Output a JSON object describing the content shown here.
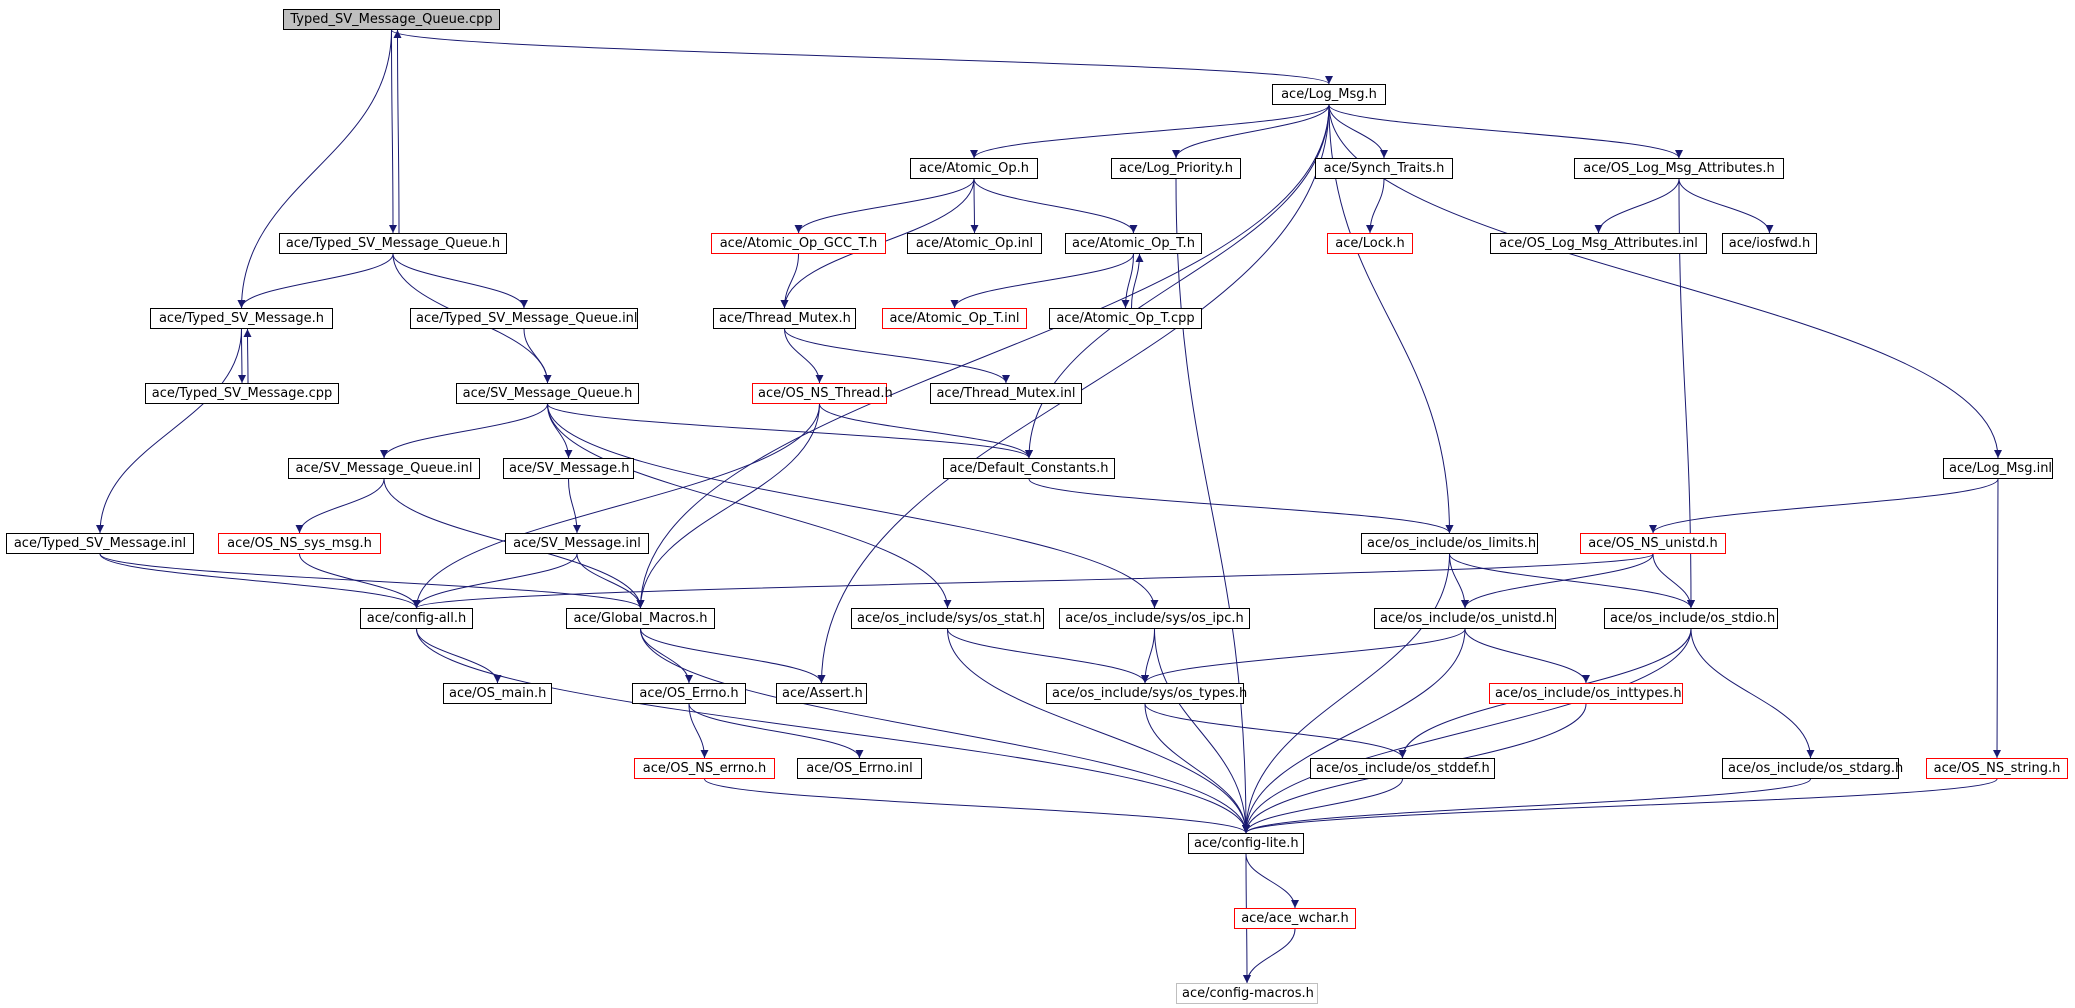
{
  "graph": {
    "edge_color": "#191970",
    "nodes": [
      {
        "id": "root",
        "label": "Typed_SV_Message_Queue.cpp",
        "style": "root"
      },
      {
        "id": "logmsg_h",
        "label": "ace/Log_Msg.h",
        "style": "black"
      },
      {
        "id": "atomic_op_h",
        "label": "ace/Atomic_Op.h",
        "style": "black"
      },
      {
        "id": "log_priority_h",
        "label": "ace/Log_Priority.h",
        "style": "black"
      },
      {
        "id": "synch_traits_h",
        "label": "ace/Synch_Traits.h",
        "style": "black"
      },
      {
        "id": "os_log_msg_attr_h",
        "label": "ace/OS_Log_Msg_Attributes.h",
        "style": "black"
      },
      {
        "id": "typed_sv_mq_h",
        "label": "ace/Typed_SV_Message_Queue.h",
        "style": "black"
      },
      {
        "id": "atomic_op_gcc_t_h",
        "label": "ace/Atomic_Op_GCC_T.h",
        "style": "red"
      },
      {
        "id": "atomic_op_inl",
        "label": "ace/Atomic_Op.inl",
        "style": "black"
      },
      {
        "id": "atomic_op_t_h",
        "label": "ace/Atomic_Op_T.h",
        "style": "black"
      },
      {
        "id": "lock_h",
        "label": "ace/Lock.h",
        "style": "red"
      },
      {
        "id": "os_log_msg_attr_inl",
        "label": "ace/OS_Log_Msg_Attributes.inl",
        "style": "black"
      },
      {
        "id": "iosfwd_h",
        "label": "ace/iosfwd.h",
        "style": "black"
      },
      {
        "id": "typed_sv_msg_h",
        "label": "ace/Typed_SV_Message.h",
        "style": "black"
      },
      {
        "id": "typed_sv_mq_inl",
        "label": "ace/Typed_SV_Message_Queue.inl",
        "style": "black"
      },
      {
        "id": "thread_mutex_h",
        "label": "ace/Thread_Mutex.h",
        "style": "black"
      },
      {
        "id": "atomic_op_t_inl",
        "label": "ace/Atomic_Op_T.inl",
        "style": "red"
      },
      {
        "id": "atomic_op_t_cpp",
        "label": "ace/Atomic_Op_T.cpp",
        "style": "black"
      },
      {
        "id": "typed_sv_msg_cpp",
        "label": "ace/Typed_SV_Message.cpp",
        "style": "black"
      },
      {
        "id": "sv_mq_h",
        "label": "ace/SV_Message_Queue.h",
        "style": "black"
      },
      {
        "id": "os_ns_thread_h",
        "label": "ace/OS_NS_Thread.h",
        "style": "red"
      },
      {
        "id": "thread_mutex_inl",
        "label": "ace/Thread_Mutex.inl",
        "style": "black"
      },
      {
        "id": "sv_mq_inl",
        "label": "ace/SV_Message_Queue.inl",
        "style": "black"
      },
      {
        "id": "sv_msg_h",
        "label": "ace/SV_Message.h",
        "style": "black"
      },
      {
        "id": "default_constants_h",
        "label": "ace/Default_Constants.h",
        "style": "black"
      },
      {
        "id": "log_msg_inl",
        "label": "ace/Log_Msg.inl",
        "style": "black"
      },
      {
        "id": "typed_sv_msg_inl",
        "label": "ace/Typed_SV_Message.inl",
        "style": "black"
      },
      {
        "id": "os_ns_sys_msg_h",
        "label": "ace/OS_NS_sys_msg.h",
        "style": "red"
      },
      {
        "id": "sv_msg_inl",
        "label": "ace/SV_Message.inl",
        "style": "black"
      },
      {
        "id": "os_limits_h",
        "label": "ace/os_include/os_limits.h",
        "style": "black"
      },
      {
        "id": "os_ns_unistd_h",
        "label": "ace/OS_NS_unistd.h",
        "style": "red"
      },
      {
        "id": "config_all_h",
        "label": "ace/config-all.h",
        "style": "black"
      },
      {
        "id": "global_macros_h",
        "label": "ace/Global_Macros.h",
        "style": "black"
      },
      {
        "id": "os_stat_h",
        "label": "ace/os_include/sys/os_stat.h",
        "style": "black"
      },
      {
        "id": "os_ipc_h",
        "label": "ace/os_include/sys/os_ipc.h",
        "style": "black"
      },
      {
        "id": "os_unistd_h",
        "label": "ace/os_include/os_unistd.h",
        "style": "black"
      },
      {
        "id": "os_stdio_h",
        "label": "ace/os_include/os_stdio.h",
        "style": "black"
      },
      {
        "id": "os_main_h",
        "label": "ace/OS_main.h",
        "style": "black"
      },
      {
        "id": "os_errno_h",
        "label": "ace/OS_Errno.h",
        "style": "black"
      },
      {
        "id": "assert_h",
        "label": "ace/Assert.h",
        "style": "black"
      },
      {
        "id": "os_types_h",
        "label": "ace/os_include/sys/os_types.h",
        "style": "black"
      },
      {
        "id": "os_inttypes_h",
        "label": "ace/os_include/os_inttypes.h",
        "style": "red"
      },
      {
        "id": "os_ns_errno_h",
        "label": "ace/OS_NS_errno.h",
        "style": "red"
      },
      {
        "id": "os_errno_inl",
        "label": "ace/OS_Errno.inl",
        "style": "black"
      },
      {
        "id": "os_stddef_h",
        "label": "ace/os_include/os_stddef.h",
        "style": "black"
      },
      {
        "id": "os_stdarg_h",
        "label": "ace/os_include/os_stdarg.h",
        "style": "black"
      },
      {
        "id": "os_ns_string_h",
        "label": "ace/OS_NS_string.h",
        "style": "red"
      },
      {
        "id": "config_lite_h",
        "label": "ace/config-lite.h",
        "style": "black"
      },
      {
        "id": "ace_wchar_h",
        "label": "ace/ace_wchar.h",
        "style": "red"
      },
      {
        "id": "config_macros_h",
        "label": "ace/config-macros.h",
        "style": "gray"
      }
    ],
    "edges": [
      [
        "root",
        "logmsg_h"
      ],
      [
        "root",
        "typed_sv_mq_h"
      ],
      [
        "root",
        "typed_sv_msg_h"
      ],
      [
        "typed_sv_mq_h",
        "root"
      ],
      [
        "logmsg_h",
        "atomic_op_h"
      ],
      [
        "logmsg_h",
        "log_priority_h"
      ],
      [
        "logmsg_h",
        "synch_traits_h"
      ],
      [
        "logmsg_h",
        "os_log_msg_attr_h"
      ],
      [
        "logmsg_h",
        "log_msg_inl"
      ],
      [
        "logmsg_h",
        "os_limits_h"
      ],
      [
        "logmsg_h",
        "default_constants_h"
      ],
      [
        "logmsg_h",
        "global_macros_h"
      ],
      [
        "logmsg_h",
        "assert_h"
      ],
      [
        "atomic_op_h",
        "atomic_op_gcc_t_h"
      ],
      [
        "atomic_op_h",
        "atomic_op_inl"
      ],
      [
        "atomic_op_h",
        "atomic_op_t_h"
      ],
      [
        "atomic_op_h",
        "thread_mutex_h"
      ],
      [
        "atomic_op_gcc_t_h",
        "thread_mutex_h"
      ],
      [
        "atomic_op_t_h",
        "atomic_op_t_inl"
      ],
      [
        "atomic_op_t_h",
        "atomic_op_t_cpp"
      ],
      [
        "atomic_op_t_cpp",
        "atomic_op_t_h"
      ],
      [
        "synch_traits_h",
        "lock_h"
      ],
      [
        "os_log_msg_attr_h",
        "os_log_msg_attr_inl"
      ],
      [
        "os_log_msg_attr_h",
        "iosfwd_h"
      ],
      [
        "os_log_msg_attr_h",
        "os_stdio_h"
      ],
      [
        "log_priority_h",
        "config_lite_h"
      ],
      [
        "typed_sv_mq_h",
        "typed_sv_msg_h"
      ],
      [
        "typed_sv_mq_h",
        "typed_sv_mq_inl"
      ],
      [
        "typed_sv_mq_h",
        "sv_mq_h"
      ],
      [
        "typed_sv_msg_h",
        "typed_sv_msg_cpp"
      ],
      [
        "typed_sv_msg_cpp",
        "typed_sv_msg_h"
      ],
      [
        "typed_sv_msg_h",
        "typed_sv_msg_inl"
      ],
      [
        "typed_sv_mq_inl",
        "sv_mq_h"
      ],
      [
        "thread_mutex_h",
        "os_ns_thread_h"
      ],
      [
        "thread_mutex_h",
        "thread_mutex_inl"
      ],
      [
        "os_ns_thread_h",
        "default_constants_h"
      ],
      [
        "os_ns_thread_h",
        "config_all_h"
      ],
      [
        "os_ns_thread_h",
        "global_macros_h"
      ],
      [
        "sv_mq_h",
        "sv_mq_inl"
      ],
      [
        "sv_mq_h",
        "sv_msg_h"
      ],
      [
        "sv_mq_h",
        "default_constants_h"
      ],
      [
        "sv_mq_h",
        "os_stat_h"
      ],
      [
        "sv_mq_h",
        "os_ipc_h"
      ],
      [
        "sv_mq_inl",
        "os_ns_sys_msg_h"
      ],
      [
        "sv_mq_inl",
        "global_macros_h"
      ],
      [
        "sv_msg_h",
        "sv_msg_inl"
      ],
      [
        "sv_msg_inl",
        "config_all_h"
      ],
      [
        "sv_msg_inl",
        "global_macros_h"
      ],
      [
        "os_ns_sys_msg_h",
        "config_all_h"
      ],
      [
        "typed_sv_msg_inl",
        "config_all_h"
      ],
      [
        "typed_sv_msg_inl",
        "global_macros_h"
      ],
      [
        "default_constants_h",
        "os_limits_h"
      ],
      [
        "log_msg_inl",
        "os_ns_unistd_h"
      ],
      [
        "log_msg_inl",
        "os_ns_string_h"
      ],
      [
        "os_ns_unistd_h",
        "os_unistd_h"
      ],
      [
        "os_ns_unistd_h",
        "os_stdio_h"
      ],
      [
        "os_ns_unistd_h",
        "config_all_h"
      ],
      [
        "os_limits_h",
        "os_unistd_h"
      ],
      [
        "os_limits_h",
        "os_stdio_h"
      ],
      [
        "os_limits_h",
        "config_lite_h"
      ],
      [
        "config_all_h",
        "os_main_h"
      ],
      [
        "config_all_h",
        "config_lite_h"
      ],
      [
        "global_macros_h",
        "os_errno_h"
      ],
      [
        "global_macros_h",
        "assert_h"
      ],
      [
        "global_macros_h",
        "config_lite_h"
      ],
      [
        "os_errno_h",
        "os_ns_errno_h"
      ],
      [
        "os_errno_h",
        "os_errno_inl"
      ],
      [
        "os_ns_errno_h",
        "config_lite_h"
      ],
      [
        "os_stat_h",
        "os_types_h"
      ],
      [
        "os_stat_h",
        "config_lite_h"
      ],
      [
        "os_ipc_h",
        "os_types_h"
      ],
      [
        "os_ipc_h",
        "config_lite_h"
      ],
      [
        "os_unistd_h",
        "os_types_h"
      ],
      [
        "os_unistd_h",
        "os_inttypes_h"
      ],
      [
        "os_unistd_h",
        "config_lite_h"
      ],
      [
        "os_stdio_h",
        "os_stddef_h"
      ],
      [
        "os_stdio_h",
        "os_stdarg_h"
      ],
      [
        "os_stdio_h",
        "config_lite_h"
      ],
      [
        "os_inttypes_h",
        "config_lite_h"
      ],
      [
        "os_types_h",
        "os_stddef_h"
      ],
      [
        "os_types_h",
        "config_lite_h"
      ],
      [
        "os_stddef_h",
        "config_lite_h"
      ],
      [
        "os_stdarg_h",
        "config_lite_h"
      ],
      [
        "os_ns_string_h",
        "config_lite_h"
      ],
      [
        "config_lite_h",
        "ace_wchar_h"
      ],
      [
        "config_lite_h",
        "config_macros_h"
      ],
      [
        "ace_wchar_h",
        "config_macros_h"
      ]
    ]
  }
}
